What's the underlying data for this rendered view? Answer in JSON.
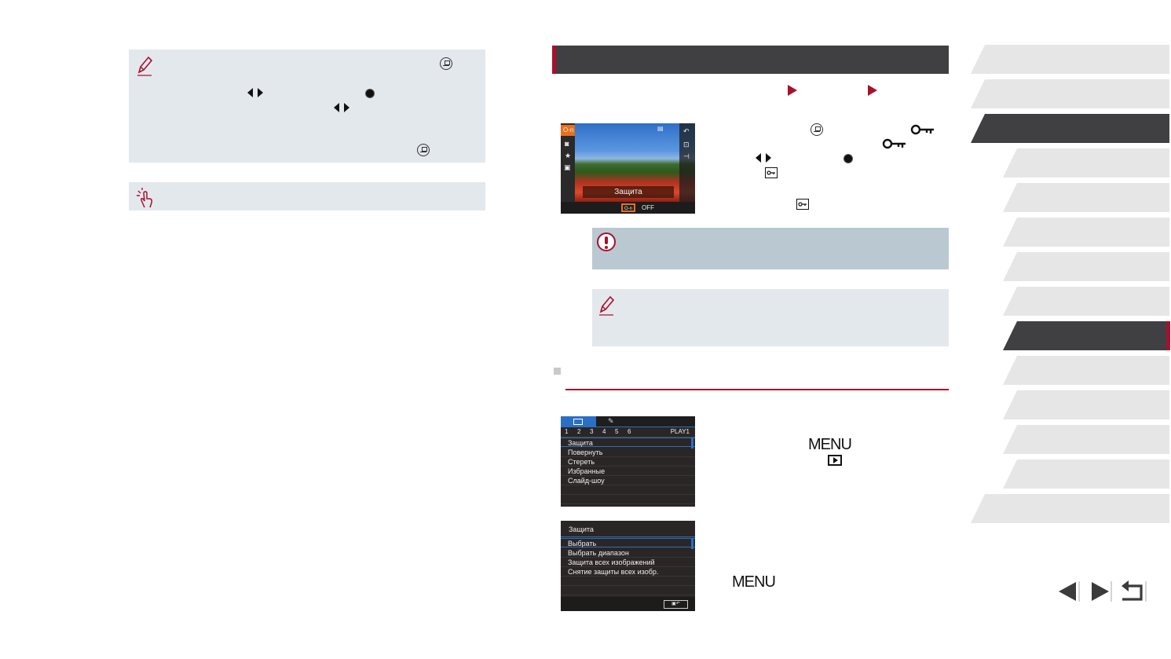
{
  "left_column": {
    "note_box": {
      "kind": "note"
    },
    "touch_box": {
      "kind": "touch-operation"
    }
  },
  "section": {
    "title": "",
    "nav_path": []
  },
  "camera_screen": {
    "caption": "Защита",
    "value": "OFF"
  },
  "play_menu": {
    "tab_page_numbers": [
      "1",
      "2",
      "3",
      "4",
      "5",
      "6"
    ],
    "page_label": "PLAY1",
    "items": [
      "Защита",
      "Повернуть",
      "Стереть",
      "Избранные",
      "Слайд-шоу"
    ]
  },
  "protect_menu": {
    "title": "Защита",
    "items": [
      "Выбрать",
      "Выбрать диапазон",
      "Защита всех изображений",
      "Снятие защиты всех изобр."
    ]
  },
  "menu_button_label": "MENU",
  "menu_button_label_2": "MENU",
  "sidebar": {
    "tab_count": 14,
    "active_index": 2,
    "highlighted_index": 8
  },
  "colors": {
    "accent_red": "#a8102e",
    "dark_bar": "#404042",
    "note_bg": "#e3e8ed",
    "warning_bg": "#bac8d2",
    "tab_bg": "#e6e6e6"
  }
}
